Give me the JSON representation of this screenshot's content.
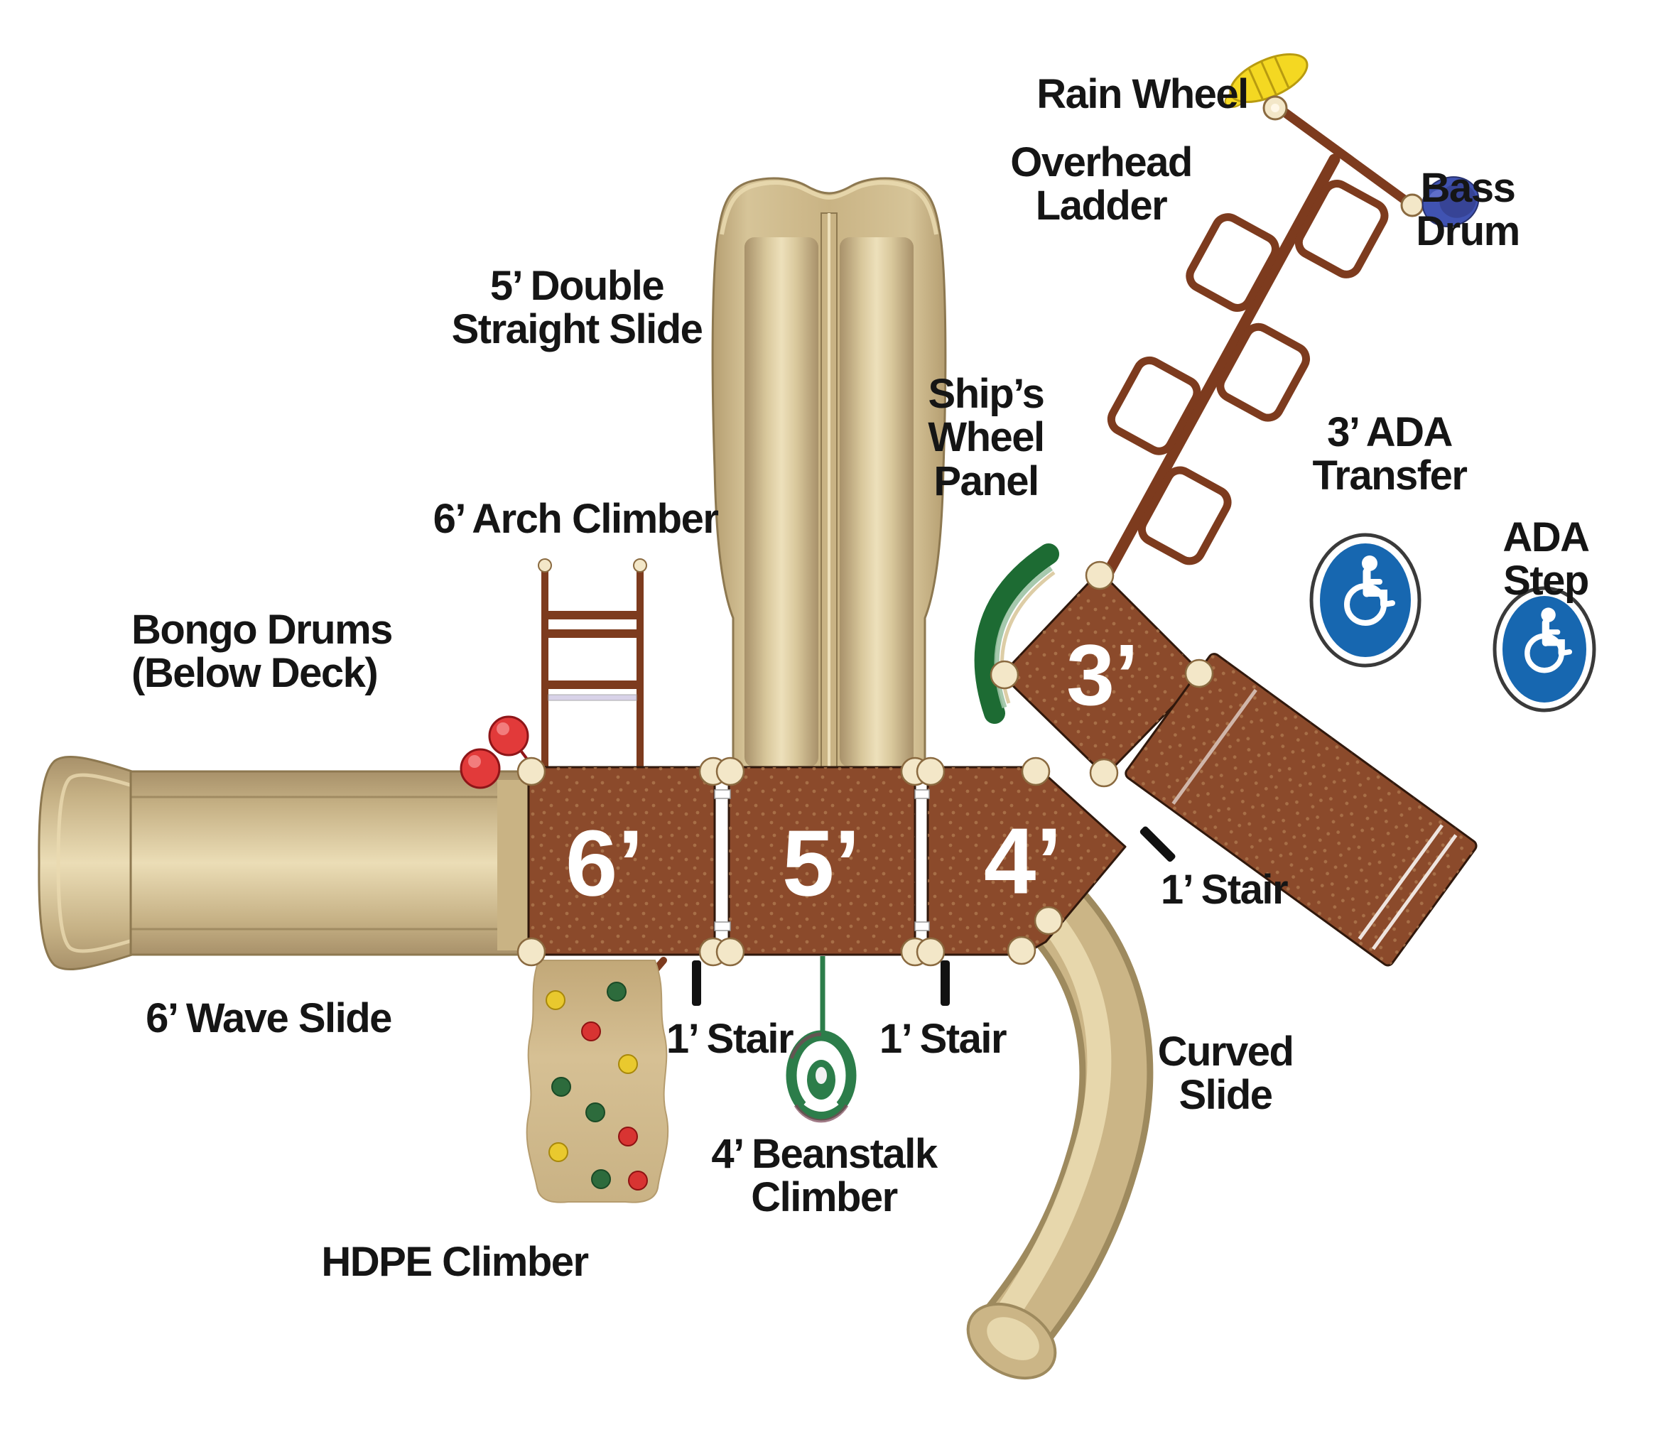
{
  "labels": {
    "rain_wheel": "Rain Wheel",
    "overhead_ladder": "Overhead\nLadder",
    "bass_drum": "Bass Drum",
    "double_slide": "5’ Double\nStraight Slide",
    "ships_wheel": "Ship’s\nWheel\nPanel",
    "arch_climber": "6’ Arch Climber",
    "ada_transfer": "3’ ADA\nTransfer",
    "ada_step": "ADA Step",
    "bongo_drums": "Bongo Drums\n(Below Deck)",
    "wave_slide": "6’ Wave Slide",
    "hdpe_climber": "HDPE Climber",
    "stair_1": "1’ Stair",
    "stair_2": "1’ Stair",
    "stair_3": "1’ Stair",
    "beanstalk": "4’ Beanstalk\nClimber",
    "curved_slide": "Curved\nSlide"
  },
  "decks": {
    "d6": "6’",
    "d5": "5’",
    "d4": "4’",
    "d3": "3’"
  },
  "colors": {
    "deck_brown": "#8B4A2B",
    "deck_outline": "#30180C",
    "deck_speckle": "#B07A50",
    "slide_tan": "#C9B384",
    "slide_tan_dark": "#9E8A5E",
    "slide_tan_light": "#EADAB0",
    "post_cream": "#F3E7C8",
    "ladder_brown": "#7D3B1E",
    "ships_wheel_green": "#1D6B33",
    "beanstalk_green": "#2C7D4A",
    "bongo_red": "#E23A3A",
    "rain_wheel_yellow": "#F4D822",
    "bass_drum_blue": "#4053B2",
    "ada_blue": "#1767B0",
    "label_color": "#151515"
  }
}
